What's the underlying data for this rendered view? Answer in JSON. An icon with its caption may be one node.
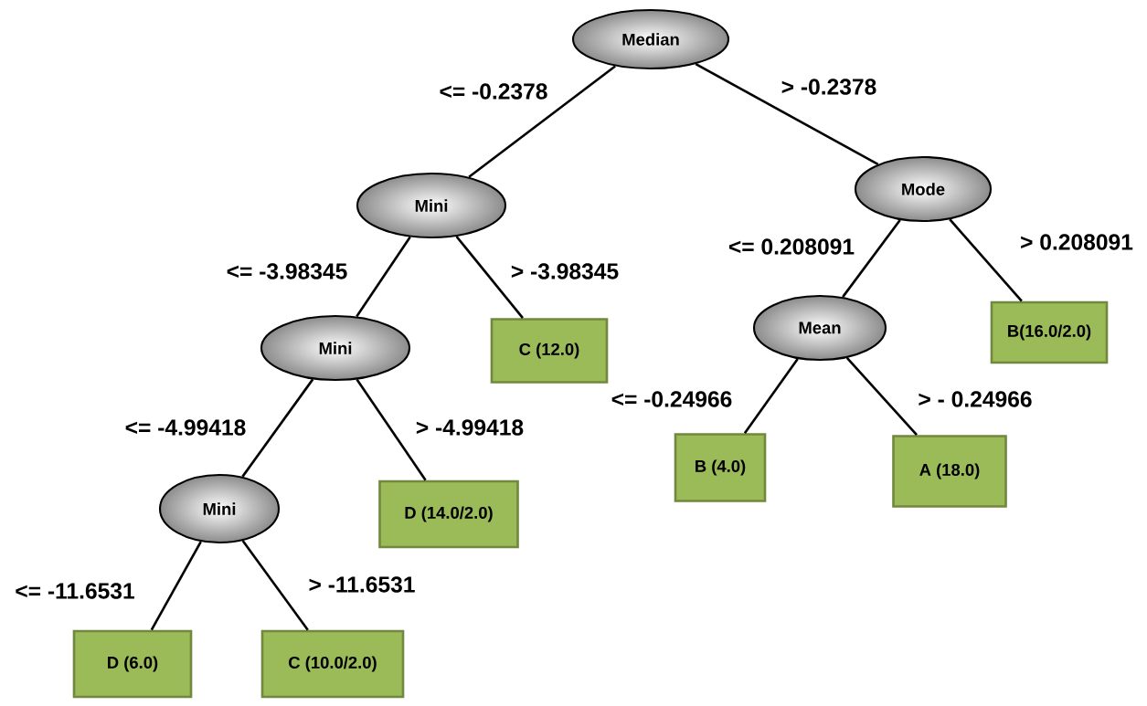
{
  "diagram": {
    "nodes": [
      {
        "text": [
          "Median"
        ]
      },
      {
        "text": [
          "Mini"
        ]
      },
      {
        "text": [
          "Mode"
        ]
      },
      {
        "text": [
          "Mini"
        ]
      },
      {
        "text": [
          "C (12.0)"
        ]
      },
      {
        "text": [
          "Mean"
        ]
      },
      {
        "text": [
          "B(16.0/2.0)"
        ]
      },
      {
        "text": [
          "Mini"
        ]
      },
      {
        "text": [
          "D (14.0/2.0)"
        ]
      },
      {
        "text": [
          "B (4.0)"
        ]
      },
      {
        "text": [
          "A (18.0)"
        ]
      },
      {
        "text": [
          "D (6.0)"
        ]
      },
      {
        "text": [
          "C (10.0/2.0)"
        ]
      }
    ],
    "edges": [
      {
        "from": 0,
        "to": 1,
        "arrow": "none",
        "label": "<= -0.2378"
      },
      {
        "from": 0,
        "to": 2,
        "arrow": "none",
        "label": "> -0.2378"
      },
      {
        "from": 1,
        "to": 3,
        "arrow": "none",
        "label": "<= -3.98345"
      },
      {
        "from": 1,
        "to": 4,
        "arrow": "none",
        "label": "> -3.98345"
      },
      {
        "from": 2,
        "to": 5,
        "arrow": "none",
        "label": "<= 0.208091"
      },
      {
        "from": 2,
        "to": 6,
        "arrow": "none",
        "label": "> 0.208091"
      },
      {
        "from": 5,
        "to": 9,
        "arrow": "none",
        "label": "<= -0.24966"
      },
      {
        "from": 5,
        "to": 10,
        "arrow": "none",
        "label": "> - 0.24966"
      },
      {
        "from": 3,
        "to": 7,
        "arrow": "none",
        "label": "<= -4.99418"
      },
      {
        "from": 3,
        "to": 8,
        "arrow": "none",
        "label": "> -4.99418"
      },
      {
        "from": 7,
        "to": 11,
        "arrow": "none",
        "label": "<= -11.6531"
      },
      {
        "from": 7,
        "to": 12,
        "arrow": "none",
        "label": "> -11.6531"
      }
    ]
  }
}
